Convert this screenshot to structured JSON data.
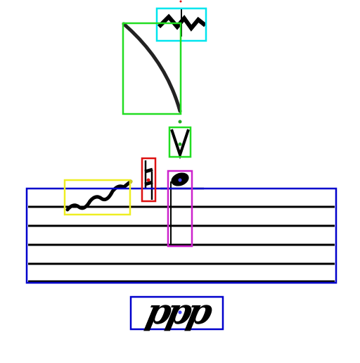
{
  "score": {
    "staff": {
      "line_count": 5,
      "ledger_lines_above": 1,
      "color": "#000000"
    },
    "symbols": [
      {
        "name": "staff",
        "kind": "staff"
      },
      {
        "name": "fermata-like-ornament",
        "kind": "ornament"
      },
      {
        "name": "slur",
        "kind": "slur"
      },
      {
        "name": "accent-marcato",
        "kind": "articulation"
      },
      {
        "name": "trill-wavy-line",
        "kind": "ornament"
      },
      {
        "name": "accidental-natural",
        "kind": "accidental"
      },
      {
        "name": "notehead-with-stem",
        "kind": "note"
      },
      {
        "name": "dynamic-ppp",
        "kind": "dynamic"
      }
    ],
    "dynamic_text": "ppp"
  },
  "annotation_colors": {
    "staff": "#0000cc",
    "ornament": "#00e5ee",
    "slur": "#22dd22",
    "articulation": "#22dd22",
    "trill": "#eeee22",
    "accidental": "#dd1111",
    "note": "#cc22cc",
    "dynamic": "#0000cc"
  }
}
